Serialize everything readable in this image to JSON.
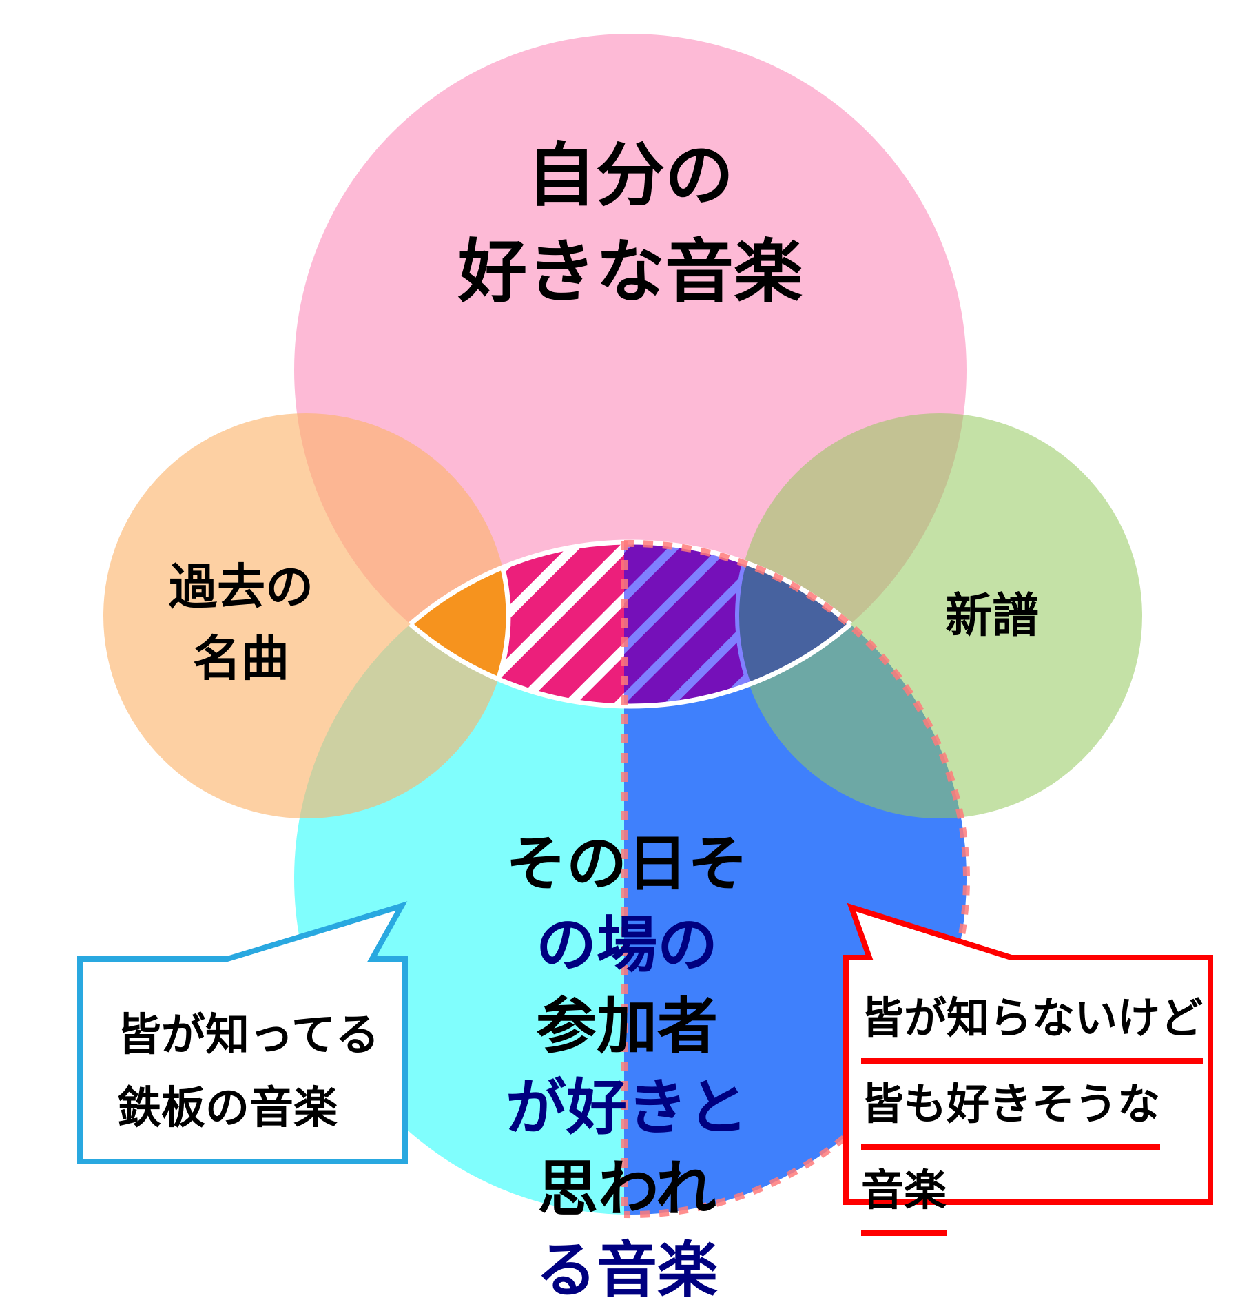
{
  "diagram": {
    "type": "venn",
    "colors": {
      "top_circle": "#fdbad6",
      "left_circle": "#fcd69e",
      "right_circle": "#c6e29f",
      "bottom_left_half": "#80fefd",
      "bottom_right_half": "#3f80fc",
      "lens_orange": "#f6931e",
      "lens_magenta": "#ec1f7b",
      "lens_purple": "#7510b9",
      "lens_slate": "#47629f",
      "blue_bubble_border": "#29a8e0",
      "red_bubble_border": "#ff0000",
      "split_dash": "#ff7a7a",
      "navy_text": "#000080"
    },
    "circles": {
      "top": {
        "lines": [
          "自分の",
          "好きな音楽"
        ]
      },
      "left": {
        "lines": [
          "過去の",
          "名曲"
        ]
      },
      "right": {
        "lines": [
          "新譜"
        ]
      },
      "bottom": {
        "lines": [
          {
            "left": "その日そ",
            "right": "の場の"
          },
          {
            "left": "参加者",
            "right": "が好きと"
          },
          {
            "left": "思われ",
            "right": "る音楽"
          }
        ]
      }
    },
    "callouts": {
      "blue": {
        "lines": [
          "皆が知ってる",
          "鉄板の音楽"
        ]
      },
      "red": {
        "lines": [
          "皆が知らないけど",
          "皆も好きそうな",
          "音楽"
        ]
      }
    }
  }
}
